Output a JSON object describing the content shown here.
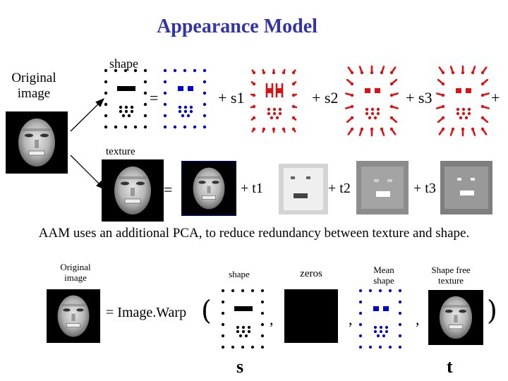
{
  "slide": {
    "title": "Appearance Model",
    "original_image_label": "Original image",
    "shape_label": "shape",
    "texture_label": "texture",
    "equals": "=",
    "shape_terms": [
      "+ s1",
      "+ s2",
      "+ s3",
      "+"
    ],
    "texture_terms": [
      "+ t1",
      "+ t2",
      "+ t3"
    ],
    "sentence": "AAM uses an additional PCA, to reduce redundancy between texture and shape.",
    "bottom": {
      "original_image_label": "Original image",
      "shape_label": "shape",
      "zeros_label": "zeros",
      "mean_shape_label": "Mean shape",
      "shape_free_texture_label": "Shape free texture",
      "image_warp": "= Image.Warp",
      "open_paren": "(",
      "close_paren": ")",
      "comma": ",",
      "s_label": "s",
      "t_label": "t"
    },
    "colors": {
      "title": "#3333aa",
      "mean_shape_points": "#0000cc",
      "mode_points": "#dd1111",
      "mean_texture_frame": "#000099"
    }
  }
}
